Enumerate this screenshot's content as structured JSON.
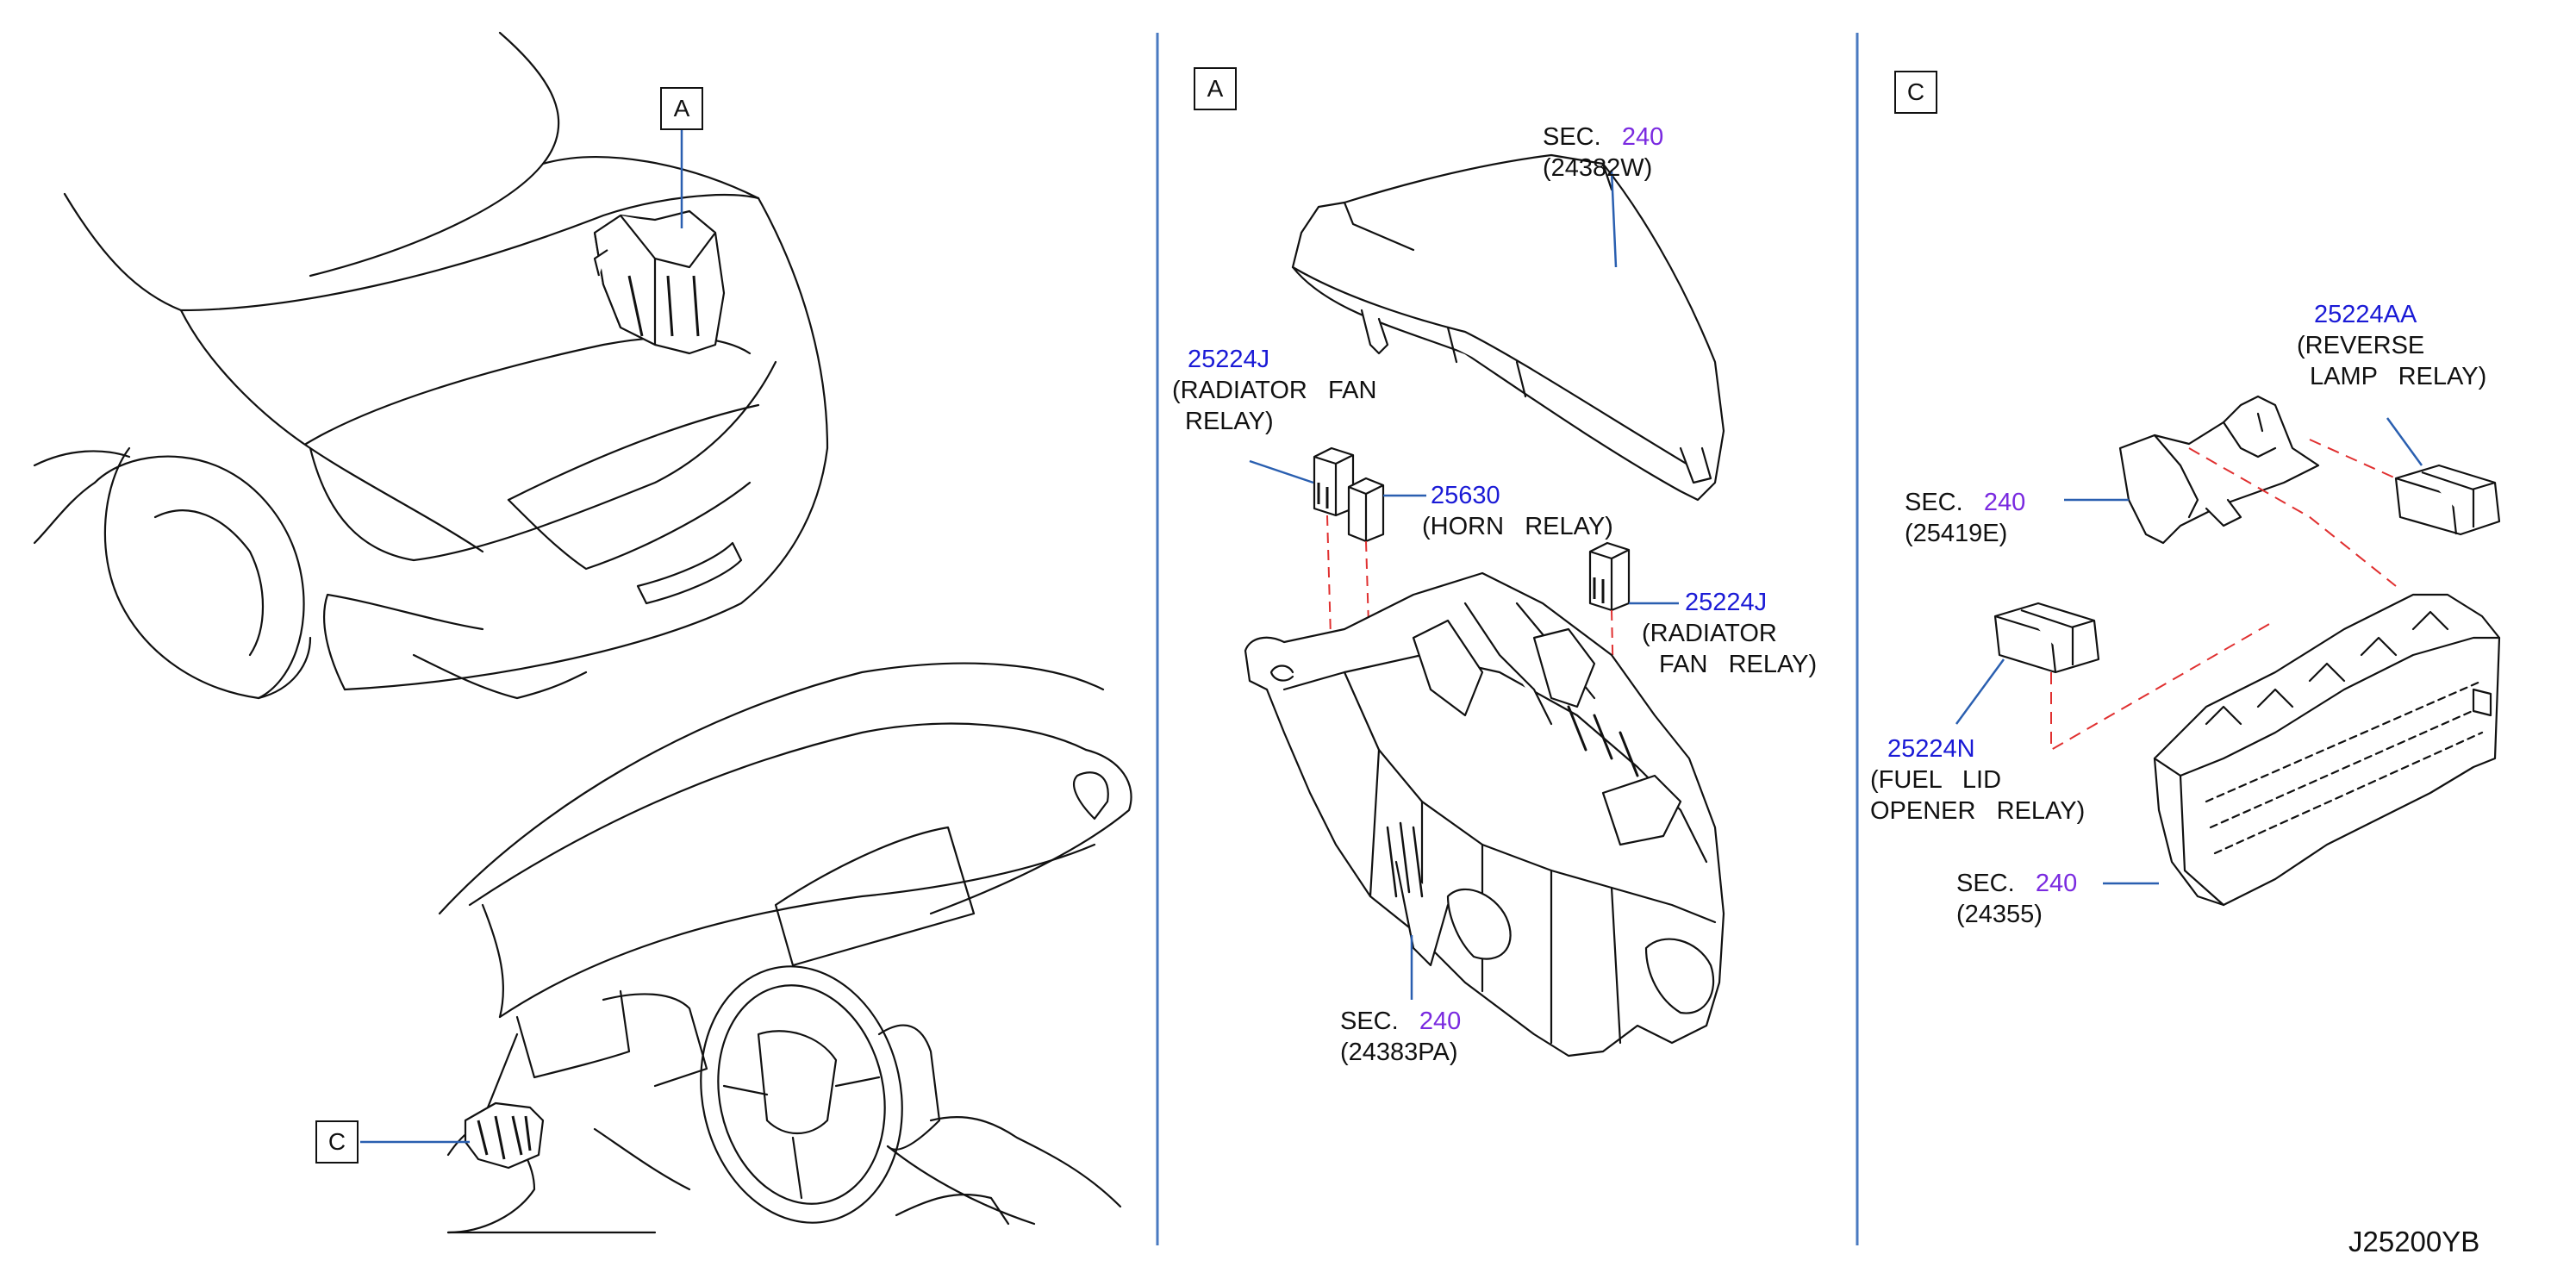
{
  "views": {
    "left_callout_A": "A",
    "left_callout_C": "C",
    "panel_a_title": "A",
    "panel_c_title": "C"
  },
  "panel_a": {
    "cover": {
      "sec": "SEC.",
      "sec_no": "240",
      "part": "(24382W)"
    },
    "rad_fan_relay_left": {
      "part_no": "25224J",
      "line1": "(RADIATOR   FAN",
      "line2": "RELAY)"
    },
    "horn_relay": {
      "part_no": "25630",
      "line1": "(HORN   RELAY)"
    },
    "rad_fan_relay_right": {
      "part_no": "25224J",
      "line1": "(RADIATOR",
      "line2": "FAN   RELAY)"
    },
    "box": {
      "sec": "SEC.",
      "sec_no": "240",
      "part": "(24383PA)"
    }
  },
  "panel_c": {
    "reverse_lamp_relay": {
      "part_no": "25224AA",
      "line1": "(REVERSE",
      "line2": "LAMP   RELAY)"
    },
    "bracket": {
      "sec": "SEC.",
      "sec_no": "240",
      "part": "(25419E)"
    },
    "fuel_lid_relay": {
      "part_no": "25224N",
      "line1": "(FUEL   LID",
      "line2": "OPENER   RELAY)"
    },
    "fuse_block": {
      "sec": "SEC.",
      "sec_no": "240",
      "part": "(24355)"
    }
  },
  "drawing_code": "J25200YB",
  "colors": {
    "line": "#111111",
    "part_no": "#1a1ad6",
    "sec_no": "#7a2ae0",
    "leader": "#2a5fb0",
    "dashed": "#e03030",
    "divider": "#4a7ac0"
  }
}
